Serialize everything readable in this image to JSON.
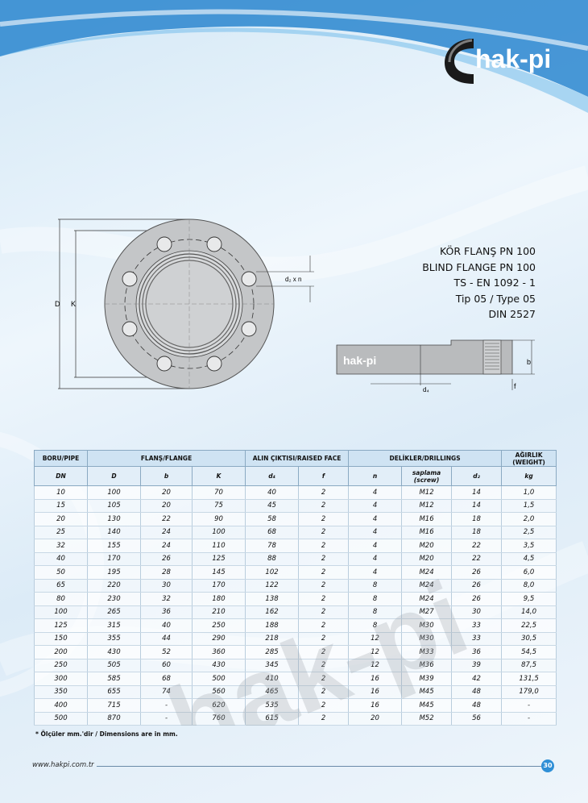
{
  "brand": {
    "name": "hak-pi",
    "logo_mark": "C",
    "website": "www.hakpi.com.tr",
    "page_number": "30"
  },
  "product": {
    "lines": [
      "KÖR FLANŞ PN 100",
      "BLIND FLANGE PN 100",
      "TS - EN 1092 - 1",
      "Tip 05 / Type 05",
      "DIN 2527"
    ]
  },
  "drawing": {
    "front_labels": {
      "D": "D",
      "K": "K",
      "d2xn": "d₂ x n"
    },
    "side_labels": {
      "b": "b",
      "d4": "d₄",
      "f": "f",
      "stamp": "hak-pi"
    }
  },
  "table": {
    "groups": [
      "BORU/PIPE",
      "FLANŞ/FLANGE",
      "ALIN ÇIKTISI/RAISED FACE",
      "DELİKLER/DRILLINGS",
      "AĞIRLIK (WEIGHT)"
    ],
    "columns": [
      "DN",
      "D",
      "b",
      "K",
      "d₄",
      "f",
      "n",
      "saplama (screw)",
      "d₂",
      "kg"
    ],
    "rows": [
      [
        "10",
        "100",
        "20",
        "70",
        "40",
        "2",
        "4",
        "M12",
        "14",
        "1,0"
      ],
      [
        "15",
        "105",
        "20",
        "75",
        "45",
        "2",
        "4",
        "M12",
        "14",
        "1,5"
      ],
      [
        "20",
        "130",
        "22",
        "90",
        "58",
        "2",
        "4",
        "M16",
        "18",
        "2,0"
      ],
      [
        "25",
        "140",
        "24",
        "100",
        "68",
        "2",
        "4",
        "M16",
        "18",
        "2,5"
      ],
      [
        "32",
        "155",
        "24",
        "110",
        "78",
        "2",
        "4",
        "M20",
        "22",
        "3,5"
      ],
      [
        "40",
        "170",
        "26",
        "125",
        "88",
        "2",
        "4",
        "M20",
        "22",
        "4,5"
      ],
      [
        "50",
        "195",
        "28",
        "145",
        "102",
        "2",
        "4",
        "M24",
        "26",
        "6,0"
      ],
      [
        "65",
        "220",
        "30",
        "170",
        "122",
        "2",
        "8",
        "M24",
        "26",
        "8,0"
      ],
      [
        "80",
        "230",
        "32",
        "180",
        "138",
        "2",
        "8",
        "M24",
        "26",
        "9,5"
      ],
      [
        "100",
        "265",
        "36",
        "210",
        "162",
        "2",
        "8",
        "M27",
        "30",
        "14,0"
      ],
      [
        "125",
        "315",
        "40",
        "250",
        "188",
        "2",
        "8",
        "M30",
        "33",
        "22,5"
      ],
      [
        "150",
        "355",
        "44",
        "290",
        "218",
        "2",
        "12",
        "M30",
        "33",
        "30,5"
      ],
      [
        "200",
        "430",
        "52",
        "360",
        "285",
        "2",
        "12",
        "M33",
        "36",
        "54,5"
      ],
      [
        "250",
        "505",
        "60",
        "430",
        "345",
        "2",
        "12",
        "M36",
        "39",
        "87,5"
      ],
      [
        "300",
        "585",
        "68",
        "500",
        "410",
        "2",
        "16",
        "M39",
        "42",
        "131,5"
      ],
      [
        "350",
        "655",
        "74",
        "560",
        "465",
        "2",
        "16",
        "M45",
        "48",
        "179,0"
      ],
      [
        "400",
        "715",
        "-",
        "620",
        "535",
        "2",
        "16",
        "M45",
        "48",
        "-"
      ],
      [
        "500",
        "870",
        "-",
        "760",
        "615",
        "2",
        "20",
        "M52",
        "56",
        "-"
      ]
    ],
    "watermark": "hak-pi",
    "note": "* Ölçüler mm.'dir / Dimensions are in mm."
  },
  "colors": {
    "accent": "#2f8fd6",
    "header_bg": "#cfe3f3",
    "flange_gray": "#c4c6c8"
  }
}
